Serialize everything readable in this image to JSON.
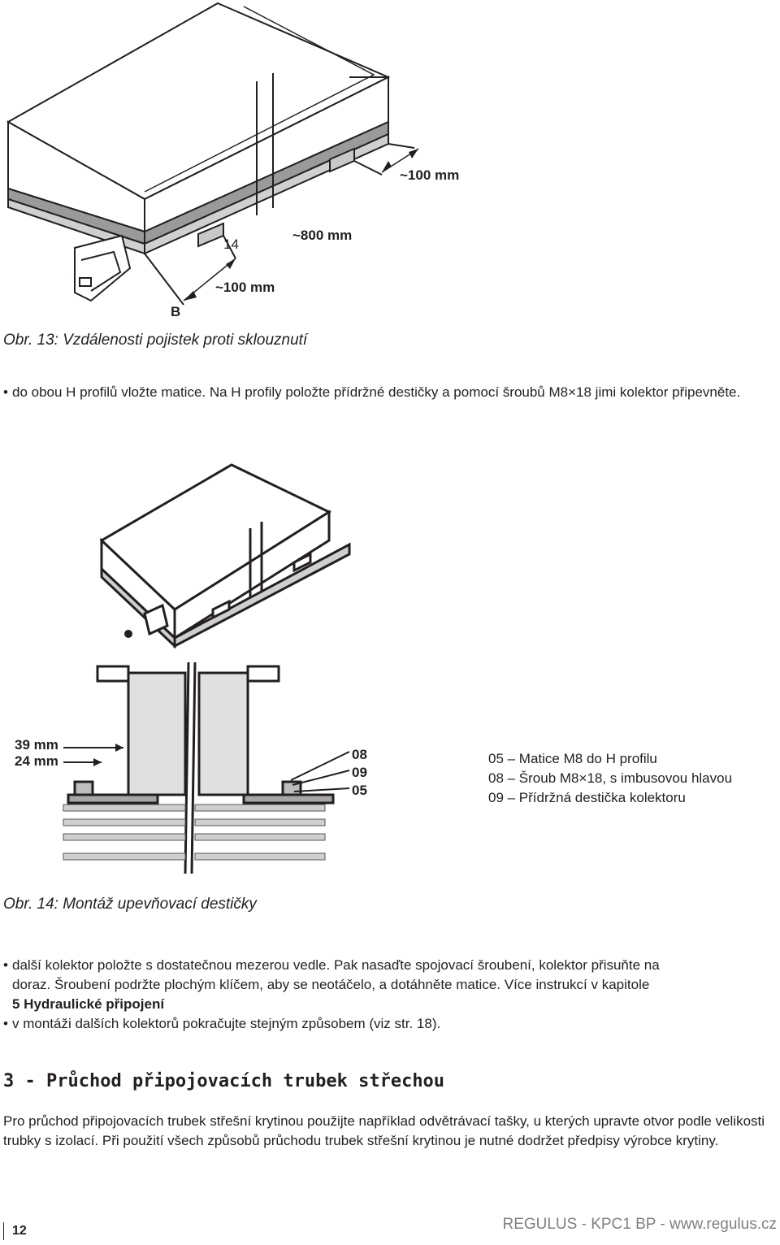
{
  "figure13": {
    "labels": {
      "offset_top": "~100 mm",
      "spacing": "~800 mm",
      "offset_bottom": "~100 mm",
      "item": "14",
      "profile": "B"
    },
    "caption": "Obr. 13: Vzdálenosti pojistek proti sklouznutí"
  },
  "bullets_1": [
    "do obou H profilů vložte matice. Na H profily položte přídržné destičky a pomocí šroubů M8×18 jimi kolektor připevněte."
  ],
  "figure14": {
    "dimensions": [
      "39 mm",
      "24 mm"
    ],
    "part_numbers": [
      "08",
      "09",
      "05"
    ],
    "legend": [
      "05 – Matice M8 do H profilu",
      "08 – Šroub M8×18, s imbusovou hlavou",
      "09 – Přídržná destička kolektoru"
    ],
    "caption": "Obr. 14: Montáž upevňovací destičky"
  },
  "bullets_2": {
    "item1_line1": "další kolektor položte s dostatečnou mezerou vedle. Pak nasaďte spojovací šroubení, kolektor přisuňte na",
    "item1_line2": "doraz. Šroubení podržte plochým klíčem, aby se neotáčelo, a dotáhněte matice. Více instrukcí v kapitole",
    "item1_line3": "5 Hydraulické připojení",
    "item2": "v montáži dalších kolektorů pokračujte stejným způsobem (viz str. 18)."
  },
  "section": {
    "title": "3 - Průchod připojovacích trubek střechou",
    "paragraph": "Pro průchod připojovacích trubek střešní krytinou použijte například odvětrávací tašky, u kterých upravte otvor podle velikosti trubky s izolací. Při použití všech způsobů průchodu trubek střešní krytinou je nutné dodržet předpisy výrobce krytiny."
  },
  "footer": {
    "page": "12",
    "brand": "REGULUS - KPC1 BP - www.regulus.cz"
  },
  "bullet_char": "•"
}
